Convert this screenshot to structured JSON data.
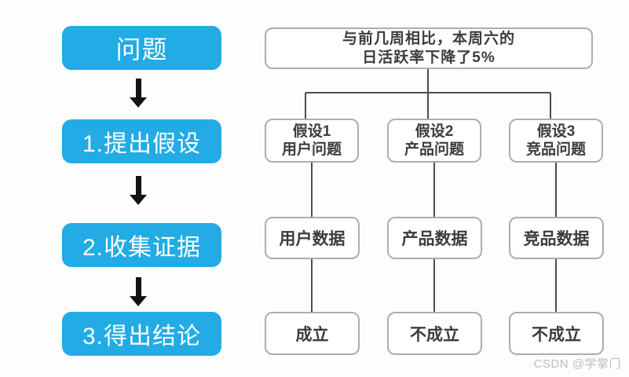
{
  "left_steps": [
    {
      "label": "问题"
    },
    {
      "label": "1.提出假设"
    },
    {
      "label": "2.收集证据"
    },
    {
      "label": "3.得出结论"
    }
  ],
  "problem_statement": {
    "line1": "与前几周相比，本周六的",
    "line2": "日活跃率下降了5%"
  },
  "columns": [
    {
      "hypothesis_title": "假设1",
      "hypothesis_detail": "用户问题",
      "evidence": "用户数据",
      "conclusion": "成立"
    },
    {
      "hypothesis_title": "假设2",
      "hypothesis_detail": "产品问题",
      "evidence": "产品数据",
      "conclusion": "不成立"
    },
    {
      "hypothesis_title": "假设3",
      "hypothesis_detail": "竞品问题",
      "evidence": "竞品数据",
      "conclusion": "不成立"
    }
  ],
  "watermark": "CSDN @学掌门",
  "colors": {
    "accent_blue": "#22abe4",
    "connector_gray": "#4d4d4d",
    "box_border_gray": "#adadad",
    "arrow_black": "#121212",
    "watermark_gray": "#bcbcbc"
  }
}
